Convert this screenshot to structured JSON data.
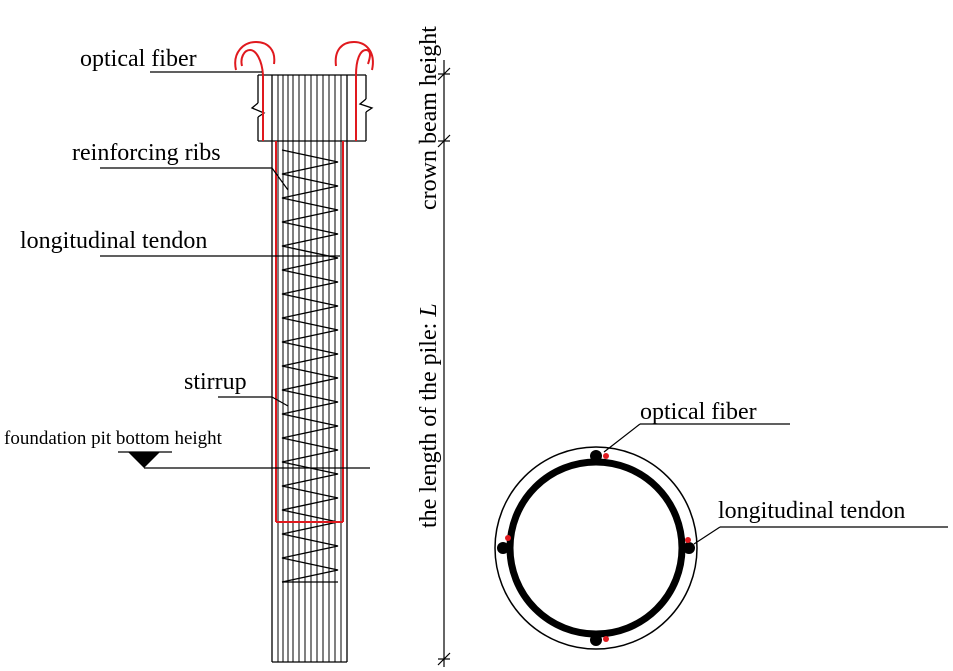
{
  "labels": {
    "optical_fiber_left": "optical fiber",
    "reinforcing_ribs": "reinforcing ribs",
    "longitudinal_tendon_left": "longitudinal tendon",
    "stirrup": "stirrup",
    "foundation_pit_bottom_height": "foundation pit bottom height",
    "crown_beam_height": "crown beam height",
    "pile_length_prefix": "the length of the pile: ",
    "pile_length_symbol": "L",
    "optical_fiber_right": "optical fiber",
    "longitudinal_tendon_right": "longitudinal tendon"
  },
  "colors": {
    "line": "#000000",
    "fiber": "#e0191e",
    "background": "#ffffff"
  }
}
